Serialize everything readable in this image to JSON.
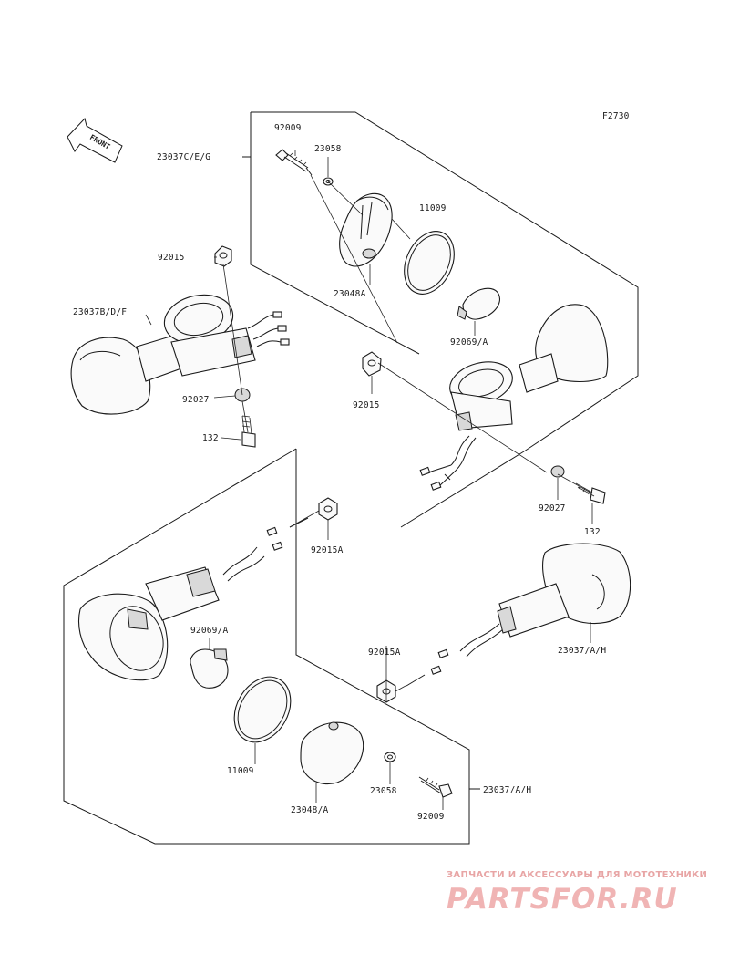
{
  "figure_code": "F2730",
  "front_label": "FRONT",
  "labels": {
    "top_bracket_c": "23037C/E/G",
    "screw_top": "92009",
    "washer_top": "23058",
    "ring_top": "11009",
    "nut_top_left": "92015",
    "housing_left": "23037B/D/F",
    "lens_top": "23048A",
    "bulb_top": "92069/A",
    "nut_top_mid": "92015",
    "collar_left": "92027",
    "bolt_left": "132",
    "collar_right": "92027",
    "bolt_right": "132",
    "nut_mid_left": "92015A",
    "bulb_bottom": "92069/A",
    "nut_mid_right": "92015A",
    "housing_right": "23037/A/H",
    "ring_bottom": "11009",
    "washer_bottom": "23058",
    "bracket_bottom": "23037/A/H",
    "lens_bottom": "23048/A",
    "screw_bottom": "92009"
  },
  "watermark": {
    "subtitle": "ЗАПЧАСТИ И АКСЕССУАРЫ ДЛЯ МОТОТЕХНИКИ",
    "brand": "PARTSFOR.RU"
  }
}
